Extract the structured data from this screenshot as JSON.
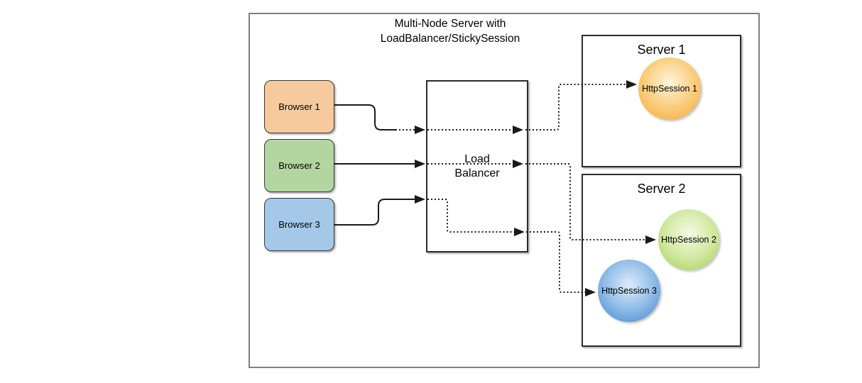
{
  "diagram": {
    "title_line1": "Multi-Node Server with",
    "title_line2": "LoadBalancer/StickySession",
    "browsers": [
      {
        "label": "Browser 1",
        "color": "#f6ca9d"
      },
      {
        "label": "Browser 2",
        "color": "#b3d5a1"
      },
      {
        "label": "Browser 3",
        "color": "#a5c8e9"
      }
    ],
    "load_balancer_label": "Load Balancer",
    "servers": [
      {
        "label": "Server 1",
        "sessions": [
          {
            "label": "HttpSession 1",
            "color": "#f2a63b"
          }
        ]
      },
      {
        "label": "Server 2",
        "sessions": [
          {
            "label": "HttpSession 2",
            "color": "#a6ce56"
          },
          {
            "label": "HttpSession 3",
            "color": "#4285cb"
          }
        ]
      }
    ],
    "outline_color": "#7f7f7f",
    "line_color": "#1a1a1a"
  }
}
